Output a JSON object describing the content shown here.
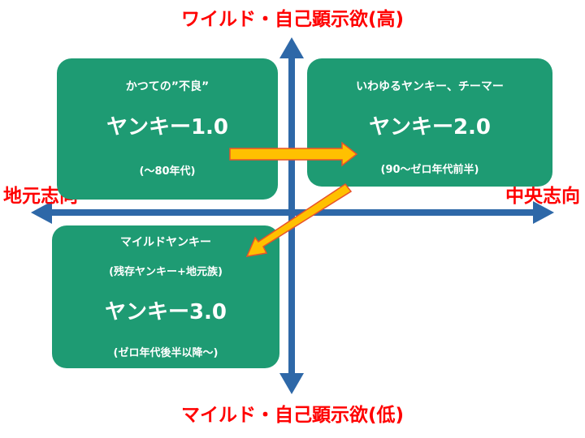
{
  "axes": {
    "top": "ワイルド・自己顕示欲(高)",
    "bottom": "マイルド・自己顕示欲(低)",
    "left": "地元志向",
    "right": "中央志向"
  },
  "boxes": {
    "yankee1": {
      "subtitle": "かつての”不良”",
      "title": "ヤンキー1.0",
      "period": "(〜80年代)"
    },
    "yankee2": {
      "subtitle": "いわゆるヤンキー、チーマー",
      "title": "ヤンキー2.0",
      "period": "(90〜ゼロ年代前半)"
    },
    "yankee3": {
      "subtitle": "マイルドヤンキー",
      "subtitle2": "(残存ヤンキー+地元族)",
      "title": "ヤンキー3.0",
      "period": "(ゼロ年代後半以降〜)"
    }
  },
  "colors": {
    "axis": "#2e68a8",
    "box": "#1e9b73",
    "label": "#ff0000",
    "arrow_fill": "#ffc000",
    "arrow_stroke": "#e8522a"
  }
}
